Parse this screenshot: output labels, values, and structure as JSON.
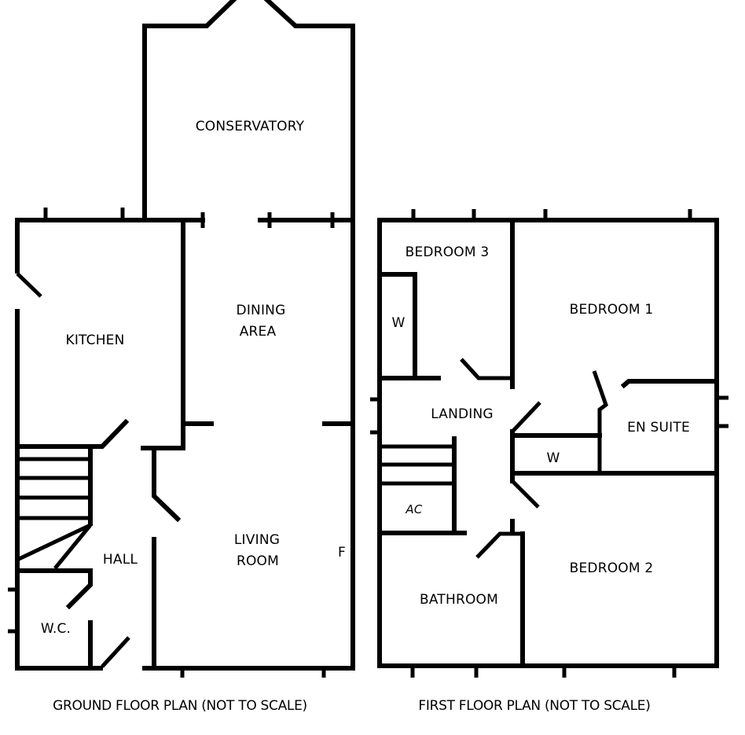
{
  "ground_floor": {
    "caption": "GROUND FLOOR PLAN (NOT TO SCALE)",
    "rooms": {
      "conservatory": "CONSERVATORY",
      "dining_line1": "DINING",
      "dining_line2": "AREA",
      "kitchen": "KITCHEN",
      "living_line1": "LIVING",
      "living_line2": "ROOM",
      "hall": "HALL",
      "wc": "W.C.",
      "fireplace": "F"
    }
  },
  "first_floor": {
    "caption": "FIRST FLOOR PLAN (NOT TO SCALE)",
    "rooms": {
      "bedroom3": "BEDROOM 3",
      "bedroom1": "BEDROOM 1",
      "wardrobe_bed3": "W",
      "landing": "LANDING",
      "en_suite": "EN SUITE",
      "wardrobe_bed1": "W",
      "airing_cupboard": "AC",
      "bathroom": "BATHROOM",
      "bedroom2": "BEDROOM 2"
    }
  },
  "colors": {
    "wall": "#000000",
    "background": "#ffffff"
  }
}
